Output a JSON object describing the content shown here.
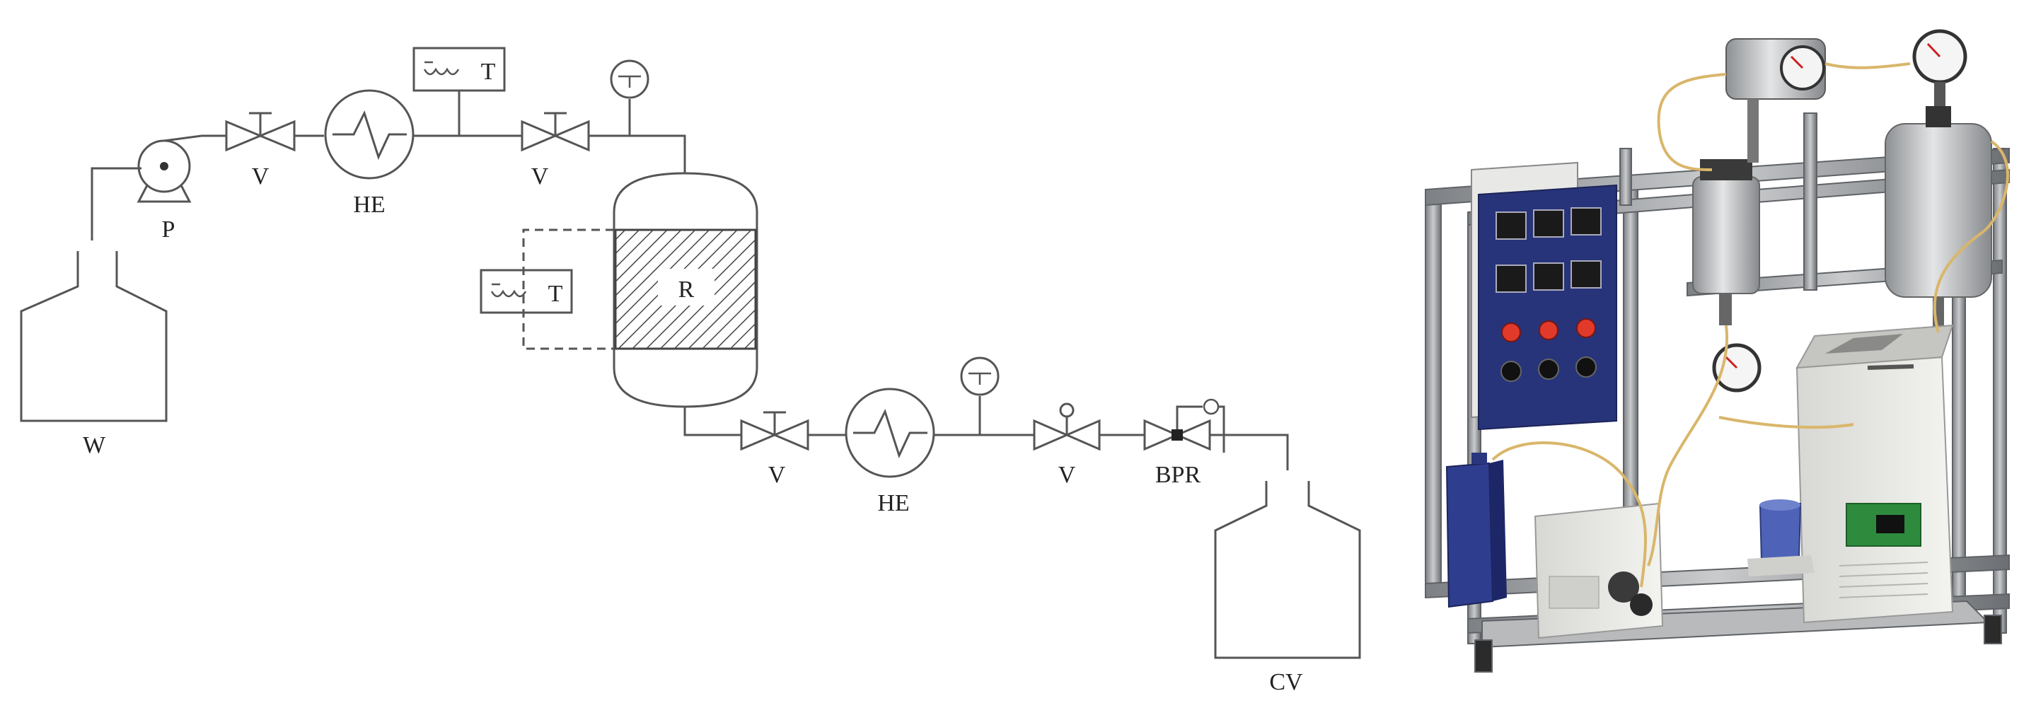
{
  "diagram": {
    "labels": {
      "water_tank": "W",
      "pump": "P",
      "valve": "V",
      "heat_exchanger": "HE",
      "temperature_controller": "T",
      "reactor": "R",
      "back_pressure_regulator": "BPR",
      "collection_vessel": "CV"
    }
  },
  "colors": {
    "line": "#555555",
    "frame": "#8c8f92",
    "panel": "#27347a",
    "indicator_red": "#e23a2a",
    "tubing": "#d9b66a",
    "bottle": "#2f3d8f",
    "chiller_panel": "#2e8b3e"
  }
}
